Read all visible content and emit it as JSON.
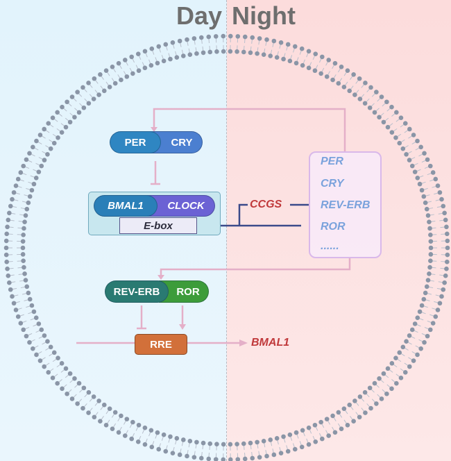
{
  "header": {
    "day": "Day",
    "night": "Night"
  },
  "feedback_loop_1": {
    "repressor_complex": [
      "PER",
      "CRY"
    ],
    "activator_complex": [
      "BMAL1",
      "CLOCK"
    ],
    "promoter": "E-box"
  },
  "output": {
    "ccgs": "CCGS"
  },
  "target_genes": [
    "PER",
    "CRY",
    "REV-ERB",
    "ROR",
    "......"
  ],
  "feedback_loop_2": {
    "regulators": [
      "REV-ERB",
      "ROR"
    ],
    "element": "RRE",
    "target": "BMAL1"
  },
  "colors": {
    "day_bg": "#e2f3fc",
    "night_bg": "#fcdcdc",
    "membrane": "#8a95a6",
    "connector_pink": "#e4afc8",
    "connector_navy": "#3a4a8a",
    "output_red": "#c0393b"
  }
}
